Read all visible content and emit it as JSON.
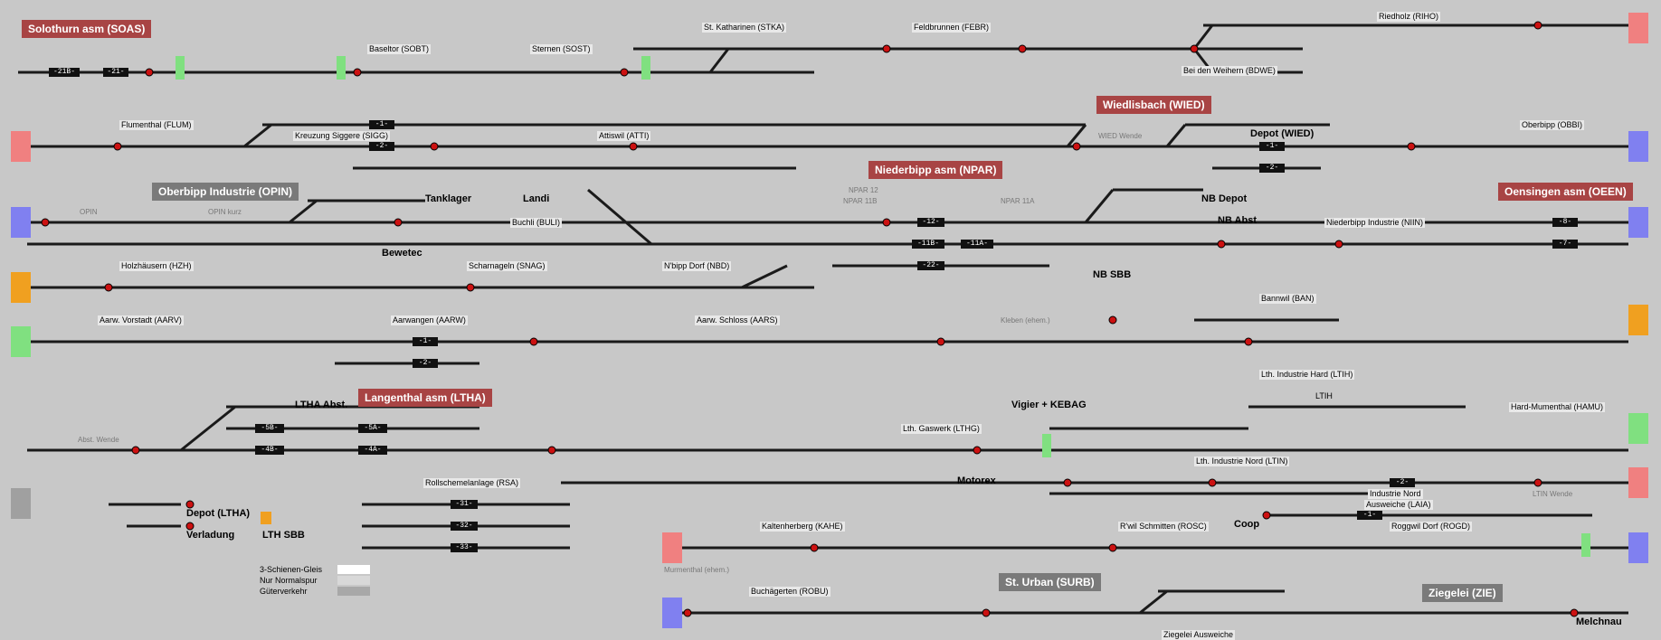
{
  "stations": [
    {
      "id": "soas",
      "name": "Solothurn asm (SOAS)",
      "style": "red"
    },
    {
      "id": "wied",
      "name": "Wiedlisbach (WIED)",
      "style": "red"
    },
    {
      "id": "opin",
      "name": "Oberbipp Industrie (OPIN)",
      "style": "gray"
    },
    {
      "id": "npar",
      "name": "Niederbipp asm (NPAR)",
      "style": "red"
    },
    {
      "id": "oeen",
      "name": "Oensingen asm (OEEN)",
      "style": "red"
    },
    {
      "id": "ltha",
      "name": "Langenthal asm (LTHA)",
      "style": "red"
    },
    {
      "id": "surb",
      "name": "St. Urban (SURB)",
      "style": "gray"
    },
    {
      "id": "zie",
      "name": "Ziegelei (ZIE)",
      "style": "gray"
    }
  ],
  "labels": [
    "Baseltor (SOBT)",
    "Sternen (SOST)",
    "St. Katharinen (STKA)",
    "Feldbrunnen (FEBR)",
    "Riedholz (RIHO)",
    "Bei den Weihern (BDWE)",
    "Flumenthal (FLUM)",
    "Kreuzung Siggere (SIGG)",
    "Attiswil (ATTI)",
    "Oberbipp (OBBI)",
    "Buchli (BULI)",
    "Holzhäusern (HZH)",
    "Scharnageln (SNAG)",
    "N'bipp Dorf (NBD)",
    "Niederbipp Industrie (NIIN)",
    "Bannwil (BAN)",
    "Aarw. Vorstadt (AARV)",
    "Aarwangen (AARW)",
    "Aarw. Schloss (AARS)",
    "Lth. Industrie Hard (LTIH)",
    "Hard-Mumenthal (HAMU)",
    "Lth. Gaswerk (LTHG)",
    "Lth. Industrie Nord (LTIN)",
    "Industrie Nord",
    "Ausweiche (LAIA)",
    "Rollschemelanlage (RSA)",
    "Kaltenherberg (KAHE)",
    "R'wil Schmitten (ROSC)",
    "Roggwil Dorf (ROGD)",
    "Buchägerten (ROBU)",
    "Ziegelei Ausweiche",
    "LTIH"
  ],
  "faint_labels": [
    "OPIN",
    "OPIN kurz",
    "WIED Wende",
    "NPAR 12",
    "NPAR 11B",
    "NPAR 11A",
    "Kleben (ehem.)",
    "Abst. Wende",
    "LTIN Wende",
    "Murmenthal (ehem.)"
  ],
  "sidings": [
    "Tanklager",
    "Landi",
    "Bewetec",
    "NB Depot",
    "NB Abst",
    "NB SBB",
    "Depot (WIED)",
    "LTHA Abst.",
    "Vigier + KEBAG",
    "Motorex",
    "Coop",
    "Depot (LTHA)",
    "Verladung",
    "LTH SBB",
    "Melchnau"
  ],
  "track_blocks": [
    "-21B-",
    "-21-",
    "-1-",
    "-2-",
    "-1-",
    "-2-",
    "-12-",
    "-11B-",
    "-11A-",
    "-22-",
    "-1-",
    "-2-",
    "-8-",
    "-7-",
    "-5B-",
    "-5A-",
    "-4B-",
    "-4A-",
    "-31-",
    "-32-",
    "-33-",
    "-1-",
    "-2-"
  ],
  "legend": [
    {
      "label": "3-Schienen-Gleis",
      "color": "#ffffff"
    },
    {
      "label": "Nur Normalspur",
      "color": "#d8d8d8"
    },
    {
      "label": "Güterverkehr",
      "color": "#a8a8a8"
    }
  ],
  "colors": {
    "background": "#c8c8c8",
    "track": "#1a1a1a",
    "signal": "#cc1111",
    "station_red": "#a84444",
    "station_gray": "#7a7a7a",
    "edge_red": "#f08080",
    "edge_blue": "#8080f0",
    "edge_orange": "#f0a020",
    "edge_green": "#80e080"
  }
}
